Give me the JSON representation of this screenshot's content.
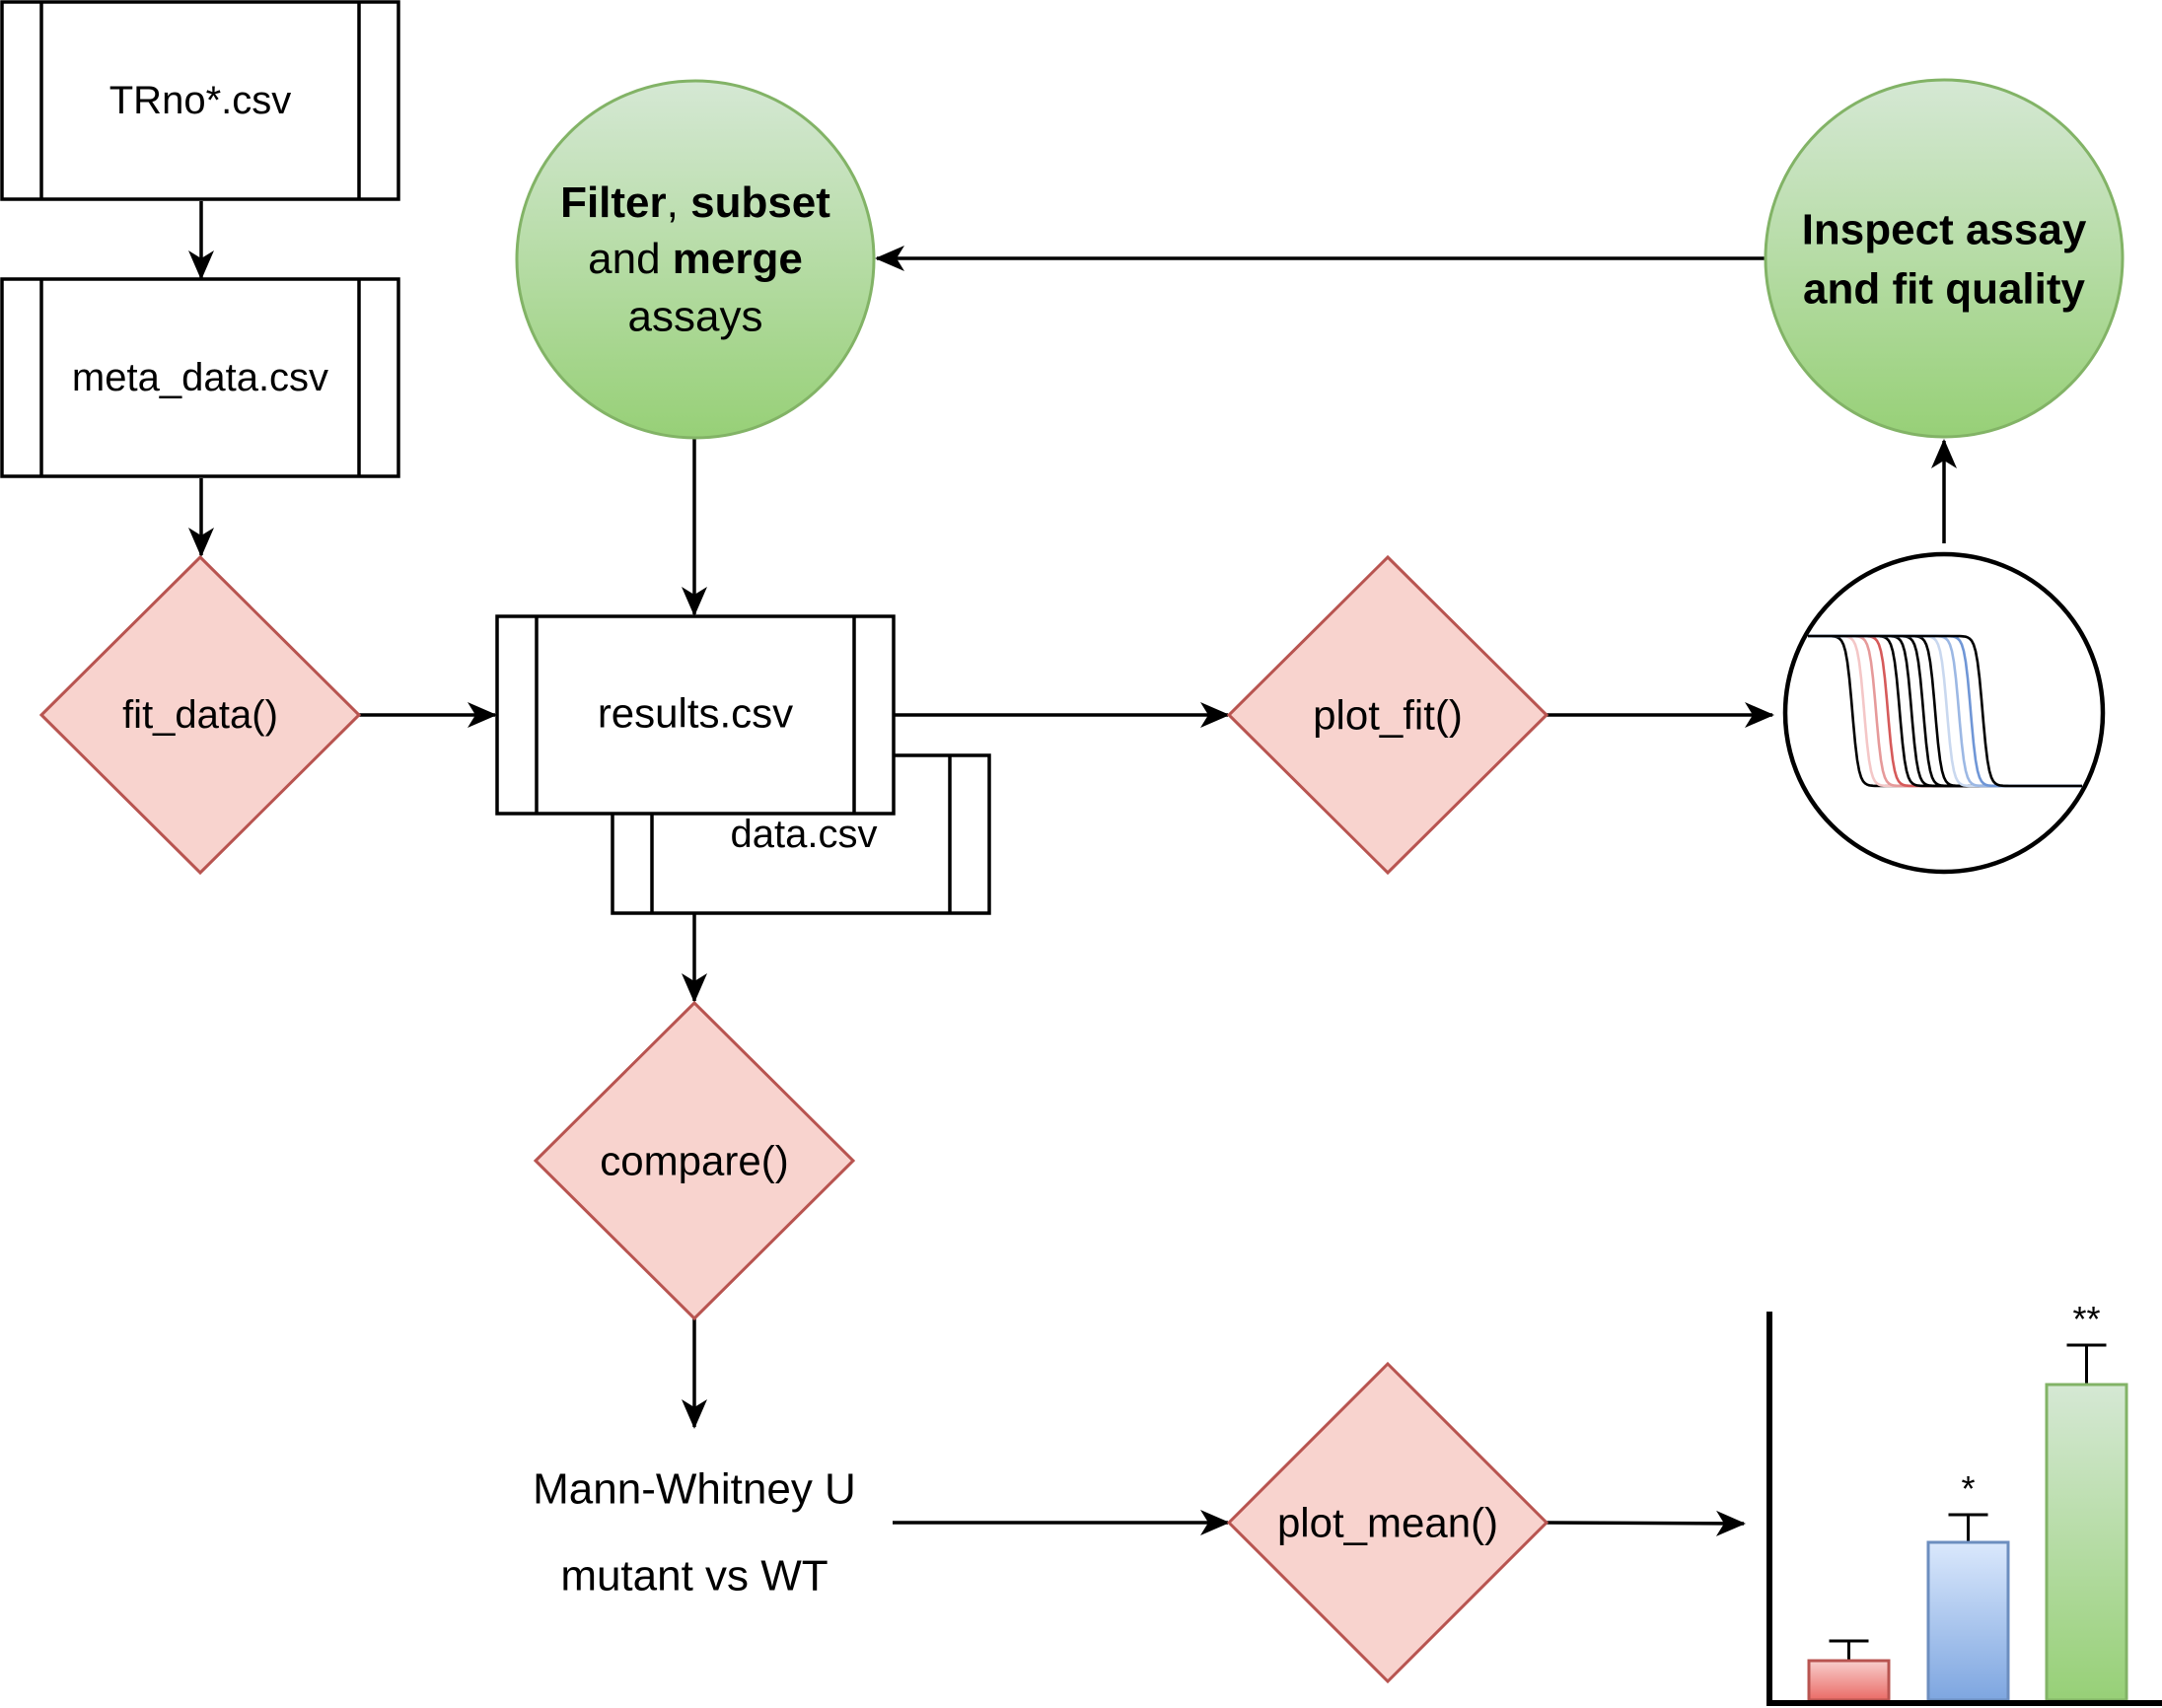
{
  "nodes": {
    "trno_file": {
      "label": "TRno*.csv"
    },
    "meta_file": {
      "label": "meta_data.csv"
    },
    "fit_data": {
      "label": "fit_data()"
    },
    "results_file": {
      "label": "results.csv"
    },
    "data_file": {
      "label": "data.csv"
    },
    "filter_step": {
      "line1_bold_a": "Filter",
      "line1_sep": ", ",
      "line1_bold_b": "subset",
      "line2_plain": "and ",
      "line2_bold": "merge",
      "line3": "assays"
    },
    "inspect_step": {
      "line1": "Inspect assay",
      "line2": "and fit quality"
    },
    "plot_fit": {
      "label": "plot_fit()"
    },
    "compare": {
      "label": "compare()"
    },
    "stats_note": {
      "line1": "Mann-Whitney U",
      "line2": "mutant vs WT"
    },
    "plot_mean": {
      "label": "plot_mean()"
    }
  },
  "bar_chart": {
    "bars": [
      {
        "value": 1.0,
        "err": 0.5,
        "color": "red",
        "sig": ""
      },
      {
        "value": 4.0,
        "err": 0.7,
        "color": "blue",
        "sig": "*"
      },
      {
        "value": 8.0,
        "err": 1.0,
        "color": "green",
        "sig": "**"
      }
    ],
    "ymax": 10
  },
  "curves": {
    "colors": [
      "#000000",
      "#f4c7c7",
      "#e69a9a",
      "#d65a5a",
      "#000000",
      "#000000",
      "#000000",
      "#000000",
      "#c9d8ef",
      "#9cb8e4",
      "#6f96d6",
      "#000000"
    ]
  },
  "colors": {
    "process_fill": "#f8d3ce",
    "process_stroke": "#b85450",
    "circle_stroke": "#82b366",
    "circle_top": "#d5e8d4",
    "circle_bottom": "#97d077"
  }
}
